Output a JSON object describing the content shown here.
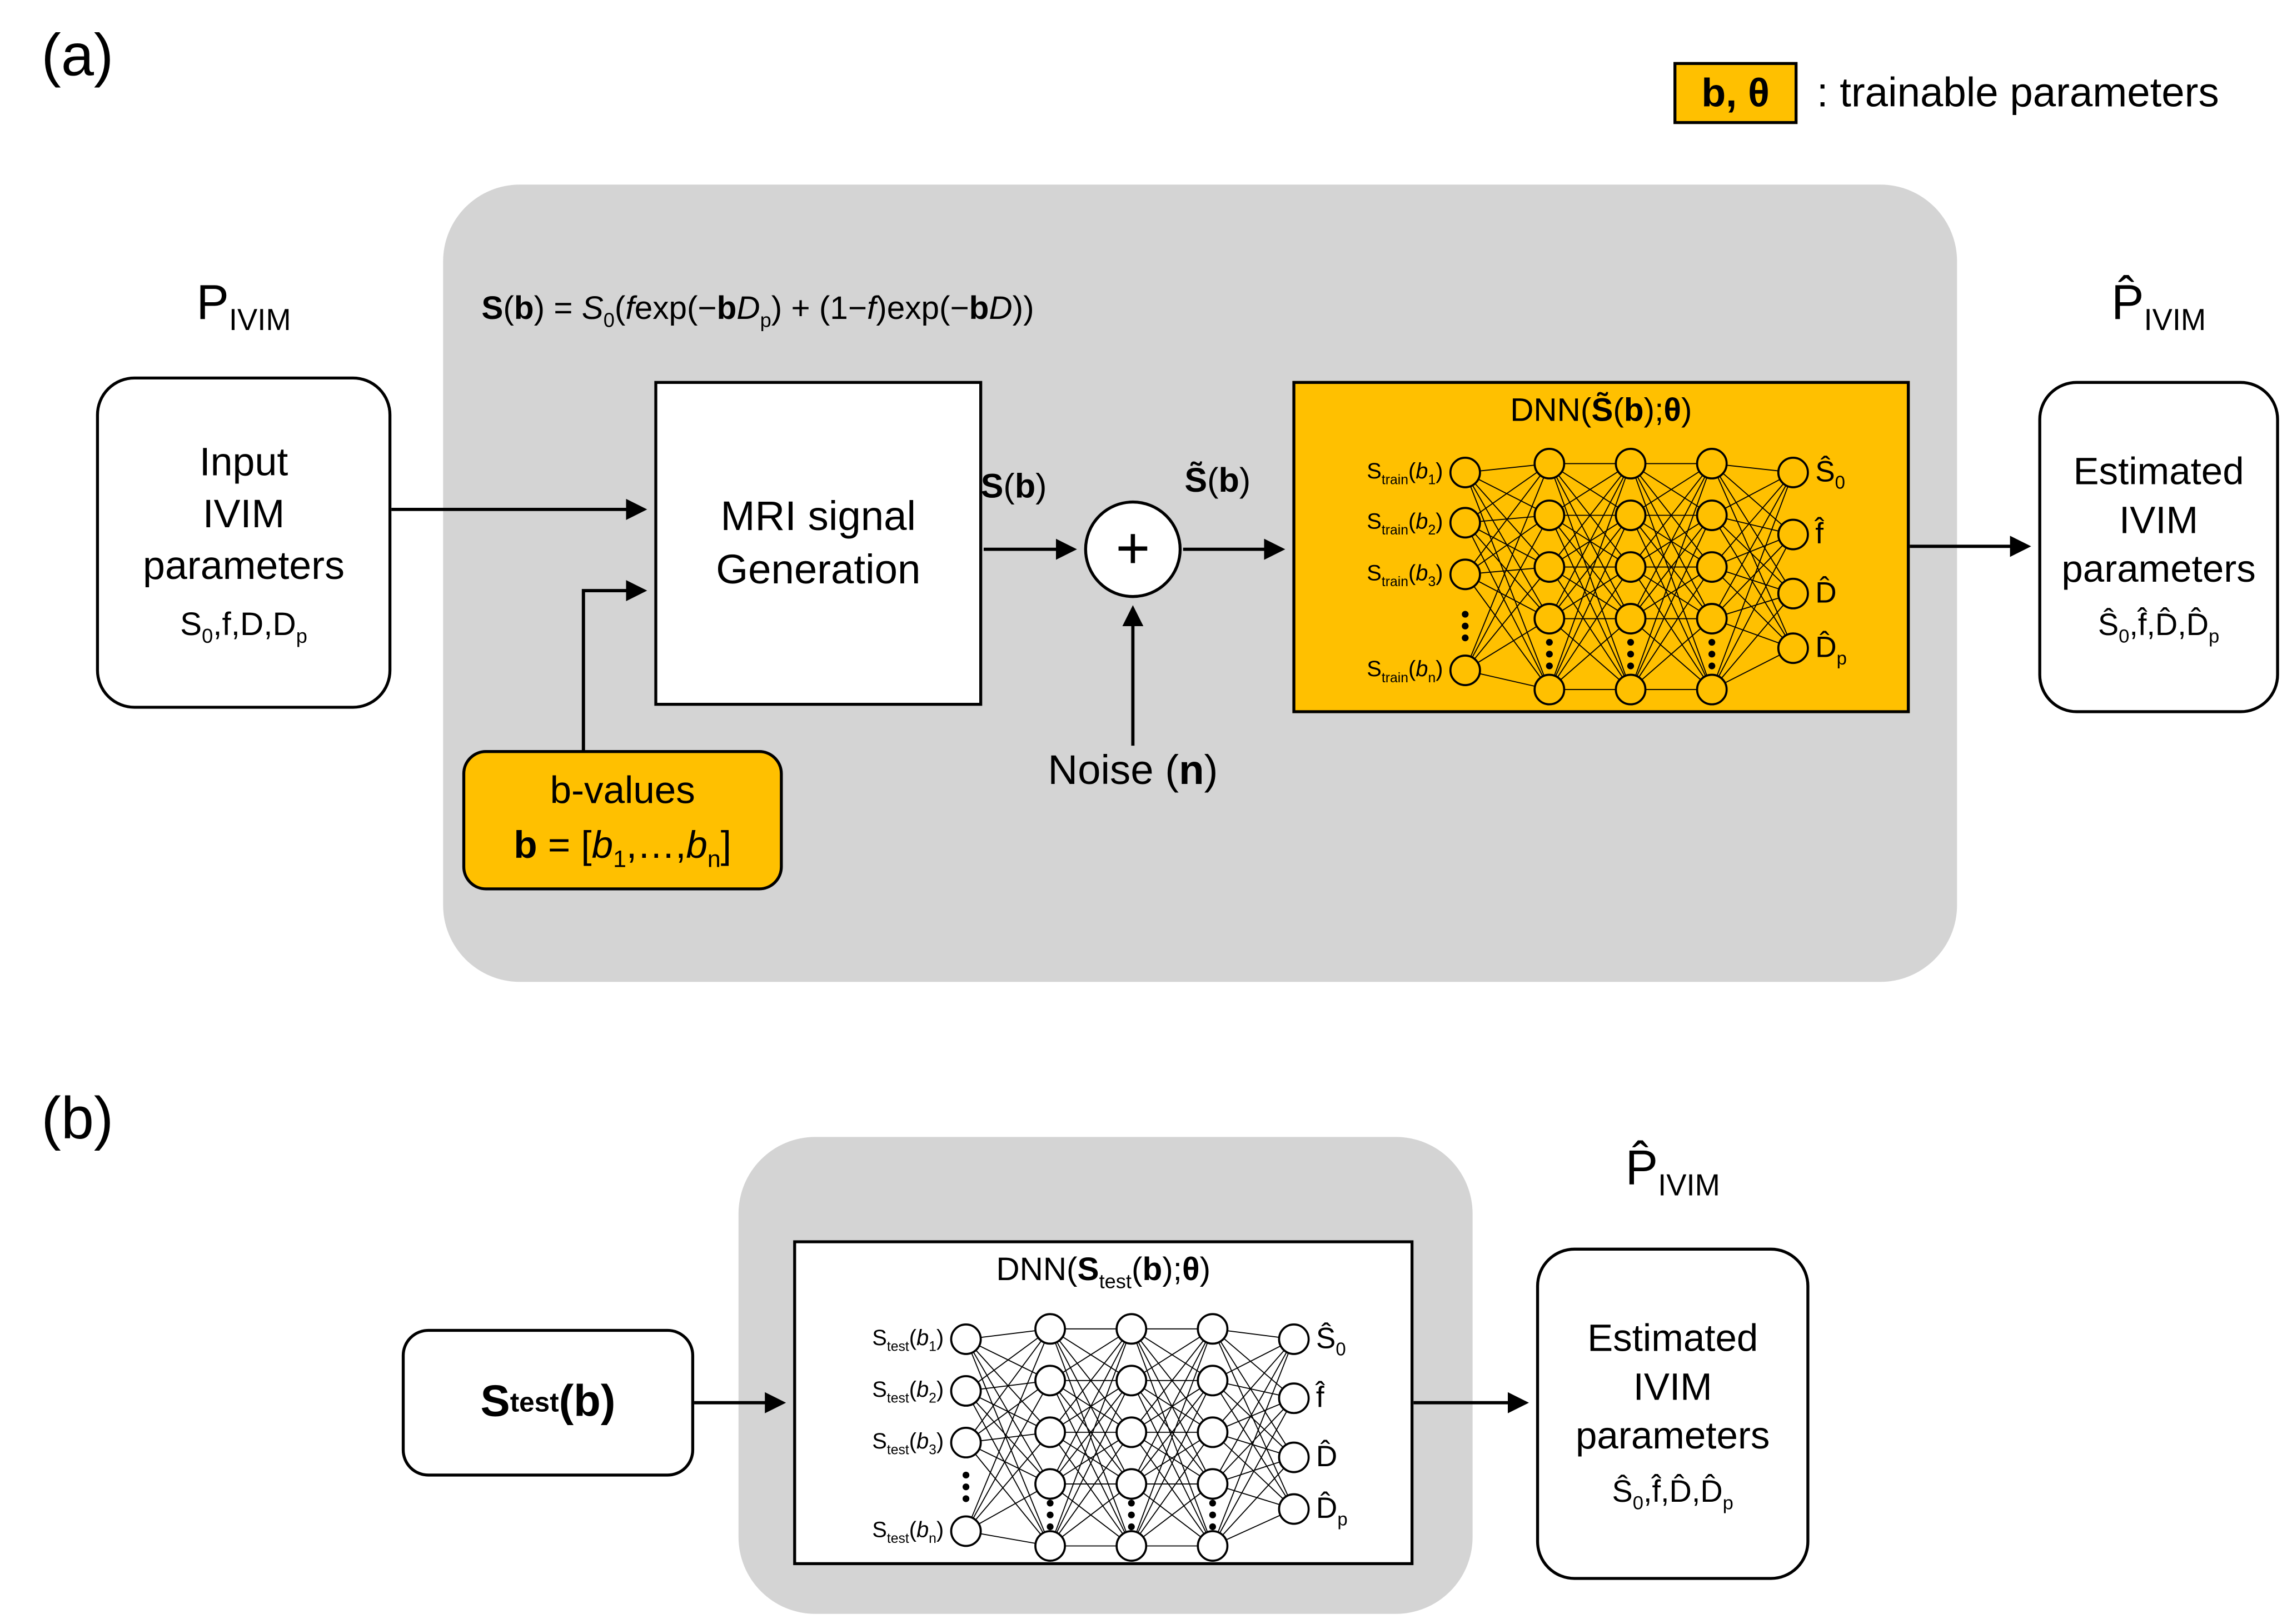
{
  "colors": {
    "accent_orange": "#FFC000",
    "panel_gray": "#D4D4D4"
  },
  "legend": {
    "badge": "b, θ",
    "text": ": trainable parameters"
  },
  "panel_a": {
    "label": "(a)",
    "pivim_title": "P~IVIM~",
    "input_box": {
      "lines": "Input\nIVIM\nparameters",
      "params": "S~0~,f,D,D~p~"
    },
    "equation": "*S*(*b*) = /S/~0~(/f/exp(−*b*/D/~p~) + (1−/f/)exp(−*b*/D/))",
    "mri_box": "MRI signal\nGeneration",
    "signal_label": "*S*(*b*)",
    "noisy_signal_label": "*S̃*(*b*)",
    "plus_sign": "+",
    "noise_label": "Noise (*n*)",
    "b_values": {
      "line1": "b-values",
      "line2": "*b* = [/b/~1~,…,/b/~n~]"
    },
    "dnn": {
      "title": "DNN(*S̃*(*b*);*θ*)",
      "inputs": [
        "S~train~(/b/~1~)",
        "S~train~(/b/~2~)",
        "S~train~(/b/~3~)",
        "S~train~(/b/~n~)"
      ],
      "outputs": [
        "Ŝ~0~",
        "f̂",
        "D̂",
        "D̂~p~"
      ]
    },
    "phat_title": "P̂~IVIM~",
    "output_box": {
      "lines": "Estimated\nIVIM\nparameters",
      "params": "Ŝ~0~,f̂,D̂,D̂~p~"
    }
  },
  "panel_b": {
    "label": "(b)",
    "stest_label": "S~test~(b)",
    "dnn": {
      "title": "DNN(*S*~test~(*b*);*θ*)",
      "inputs": [
        "S~test~(/b/~1~)",
        "S~test~(/b/~2~)",
        "S~test~(/b/~3~)",
        "S~test~(/b/~n~)"
      ],
      "outputs": [
        "Ŝ~0~",
        "f̂",
        "D̂",
        "D̂~p~"
      ]
    },
    "phat_title": "P̂~IVIM~",
    "output_box": {
      "lines": "Estimated\nIVIM\nparameters",
      "params": "Ŝ~0~,f̂,D̂,D̂~p~"
    }
  }
}
